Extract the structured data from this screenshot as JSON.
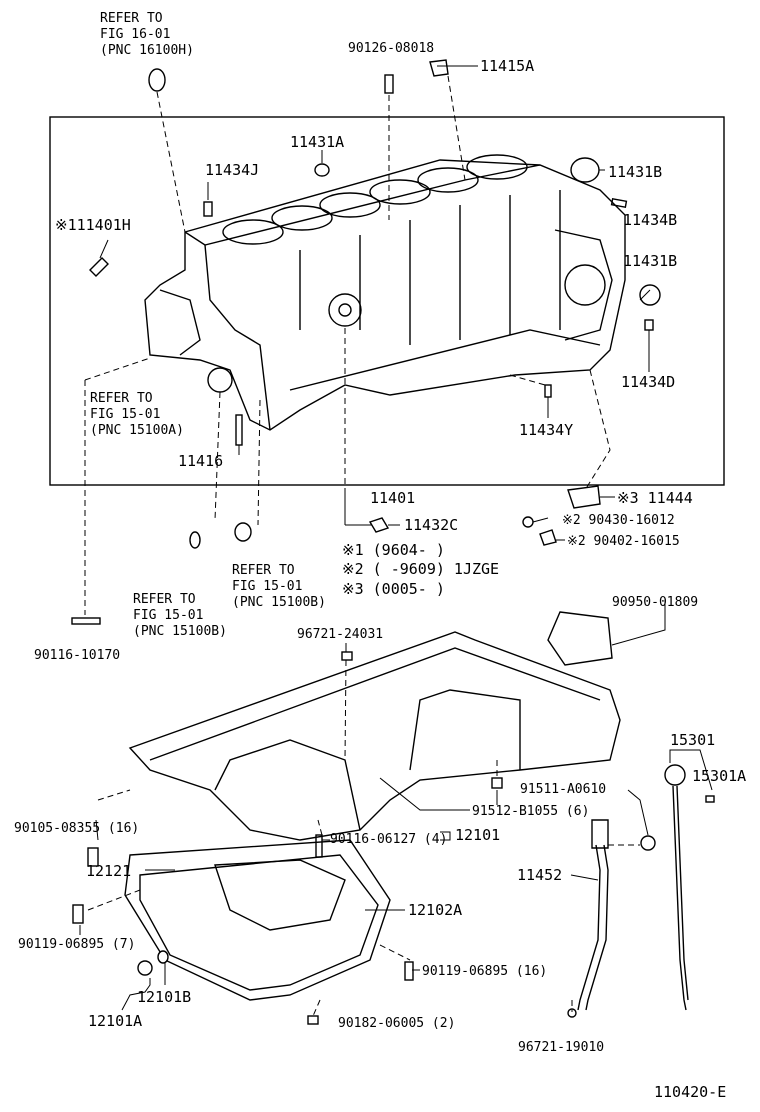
{
  "refs": {
    "fig16": [
      "REFER TO",
      "FIG 16-01",
      "(PNC 16100H)"
    ],
    "fig15a": [
      "REFER TO",
      "FIG 15-01",
      "(PNC 15100A)"
    ],
    "fig15b_1": [
      "REFER TO",
      "FIG 15-01",
      "(PNC 15100B)"
    ],
    "fig15b_2": [
      "REFER TO",
      "FIG 15-01",
      "(PNC 15100B)"
    ]
  },
  "labels": {
    "p90126": "90126-08018",
    "p11415A": "11415A",
    "p11431A": "11431A",
    "p11434J": "11434J",
    "p111401H": "※111401H",
    "p11431B_top": "11431B",
    "p11434B": "11434B",
    "p11431B_mid": "11431B",
    "p11434D": "11434D",
    "p11434Y": "11434Y",
    "p11416": "11416",
    "p11401": "11401",
    "p11444": "※3 11444",
    "p11432C": "11432C",
    "p90430": "※2 90430-16012",
    "p90402": "※2 90402-16015",
    "note1": "※1 (9604-     )",
    "note2": "※2 (     -9609) 1JZGE",
    "note3": "※3 (0005-     )",
    "p90950": "90950-01809",
    "p96721_24031": "96721-24031",
    "p90116_10170": "90116-10170",
    "p15301": "15301",
    "p15301A": "15301A",
    "p91511": "91511-A0610",
    "p91512": "91512-B1055 (6)",
    "p90105": "90105-08355 (16)",
    "p90116_06127": "90116-06127 (4)",
    "p12101": "12101",
    "p12121": "12121",
    "p11452": "11452",
    "p12102A": "12102A",
    "p90119_a": "90119-06895 (7)",
    "p90119_b": "90119-06895 (16)",
    "p12101B": "12101B",
    "p12101A": "12101A",
    "p90182": "90182-06005 (2)",
    "p96721_19010": "96721-19010",
    "figure_code": "110420-E"
  }
}
